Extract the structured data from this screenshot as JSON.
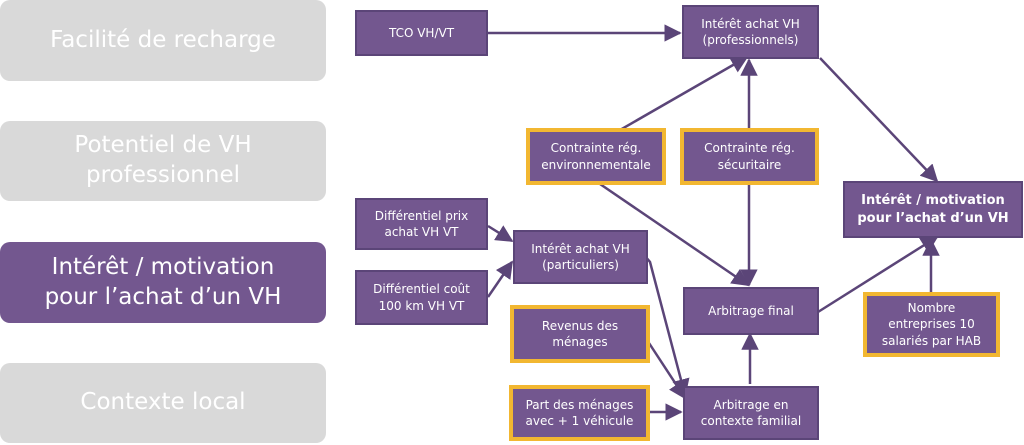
{
  "sidebar": {
    "items": [
      {
        "label": "Facilité de recharge"
      },
      {
        "label": "Potentiel de VH\nprofessionnel"
      },
      {
        "label": "Intérêt / motivation\npour l’achat d’un VH"
      },
      {
        "label": "Contexte local"
      }
    ]
  },
  "diagram": {
    "nodes": {
      "tco": "TCO VH/VT",
      "interet_pro": "Intérêt achat VH\n(professionnels)",
      "contrainte_env": "Contrainte rég.\nenvironnementale",
      "contrainte_sec": "Contrainte rég.\nsécuritaire",
      "motivation": "Intérêt / motivation\npour l’achat d’un VH",
      "diff_prix": "Différentiel prix\nachat VH VT",
      "diff_cout": "Différentiel coût\n100 km VH VT",
      "interet_part": "Intérêt achat VH\n(particuliers)",
      "revenus": "Revenus des\nménages",
      "arbitrage_final": "Arbitrage final",
      "nombre_entreprises": "Nombre\nentreprises 10\nsalariés par HAB",
      "part_menages": "Part des ménages\navec + 1 véhicule",
      "arbitrage_familial": "Arbitrage en\ncontexte familial"
    }
  },
  "colors": {
    "accent": "#73578f",
    "highlight_border": "#f2b731",
    "inactive": "#d9d9d9"
  }
}
